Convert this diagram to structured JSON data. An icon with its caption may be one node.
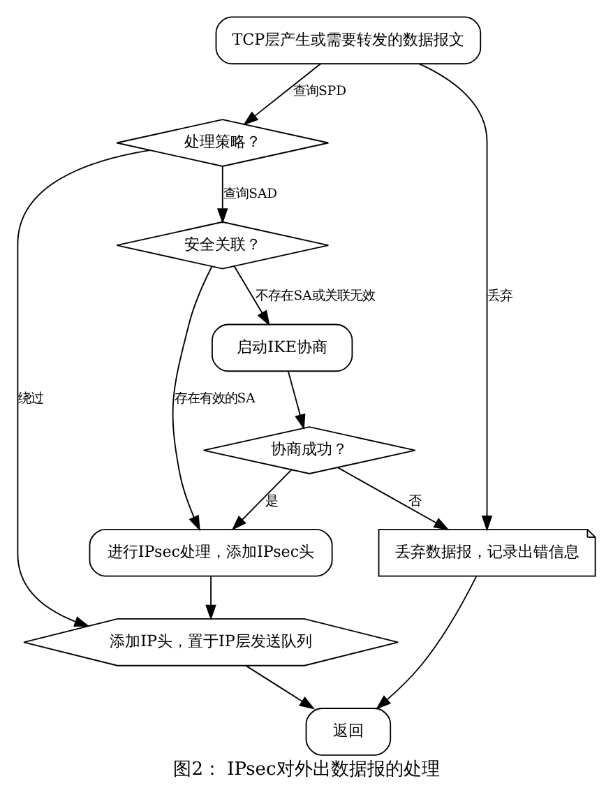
{
  "diagram": {
    "caption": "图2： IPsec对外出数据报的处理",
    "nodes": [
      {
        "text": [
          "TCP层产生或需要转发的数据报文"
        ]
      },
      {
        "text": [
          "处理策略？"
        ]
      },
      {
        "text": [
          "安全关联？"
        ]
      },
      {
        "text": [
          "启动IKE协商"
        ]
      },
      {
        "text": [
          "协商成功？"
        ]
      },
      {
        "text": [
          "进行IPsec处理，添加IPsec头"
        ]
      },
      {
        "text": [
          "丢弃数据报，记录出错信息"
        ]
      },
      {
        "text": [
          "添加IP头，置于IP层发送队列"
        ]
      },
      {
        "text": [
          "返回"
        ]
      }
    ],
    "edges": [
      {
        "from": 0,
        "to": 1,
        "arrow": "to",
        "label": "查询SPD"
      },
      {
        "from": 1,
        "to": 2,
        "arrow": "to",
        "label": "查询SAD"
      },
      {
        "from": 2,
        "to": 3,
        "arrow": "to",
        "label": "不存在SA或关联无效"
      },
      {
        "from": 3,
        "to": 4,
        "arrow": "to"
      },
      {
        "from": 4,
        "to": 5,
        "arrow": "to",
        "label": "是"
      },
      {
        "from": 2,
        "to": 5,
        "arrow": "to",
        "label": "存在有效的SA"
      },
      {
        "from": 4,
        "to": 6,
        "arrow": "to",
        "label": "否"
      },
      {
        "from": 0,
        "to": 6,
        "arrow": "to",
        "label": "丢弃"
      },
      {
        "from": 1,
        "to": 7,
        "arrow": "to",
        "label": "绕过"
      },
      {
        "from": 5,
        "to": 7,
        "arrow": "to"
      },
      {
        "from": 6,
        "to": 8,
        "arrow": "to"
      },
      {
        "from": 7,
        "to": 8,
        "arrow": "to"
      }
    ]
  }
}
